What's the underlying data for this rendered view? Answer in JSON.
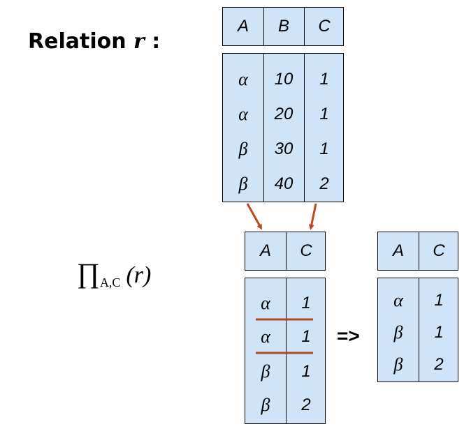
{
  "title": {
    "prefix": "Relation ",
    "relation_name": "r",
    "suffix": " :"
  },
  "projection": {
    "symbol": "∏",
    "attributes": "A,C",
    "argument": "(r)"
  },
  "implies_label": "=>",
  "relation_r": {
    "headers": [
      "A",
      "B",
      "C"
    ],
    "rows": [
      [
        "α",
        "10",
        "1"
      ],
      [
        "α",
        "20",
        "1"
      ],
      [
        "β",
        "30",
        "1"
      ],
      [
        "β",
        "40",
        "2"
      ]
    ]
  },
  "projection_raw": {
    "headers": [
      "A",
      "C"
    ],
    "rows": [
      [
        "α",
        "1"
      ],
      [
        "α",
        "1"
      ],
      [
        "β",
        "1"
      ],
      [
        "β",
        "2"
      ]
    ]
  },
  "projection_result": {
    "headers": [
      "A",
      "C"
    ],
    "rows": [
      [
        "α",
        "1"
      ],
      [
        "β",
        "1"
      ],
      [
        "β",
        "2"
      ]
    ]
  },
  "colors": {
    "table_fill": "#cfe4f7",
    "arrow": "#c0441e",
    "strike": "#b5472a"
  }
}
